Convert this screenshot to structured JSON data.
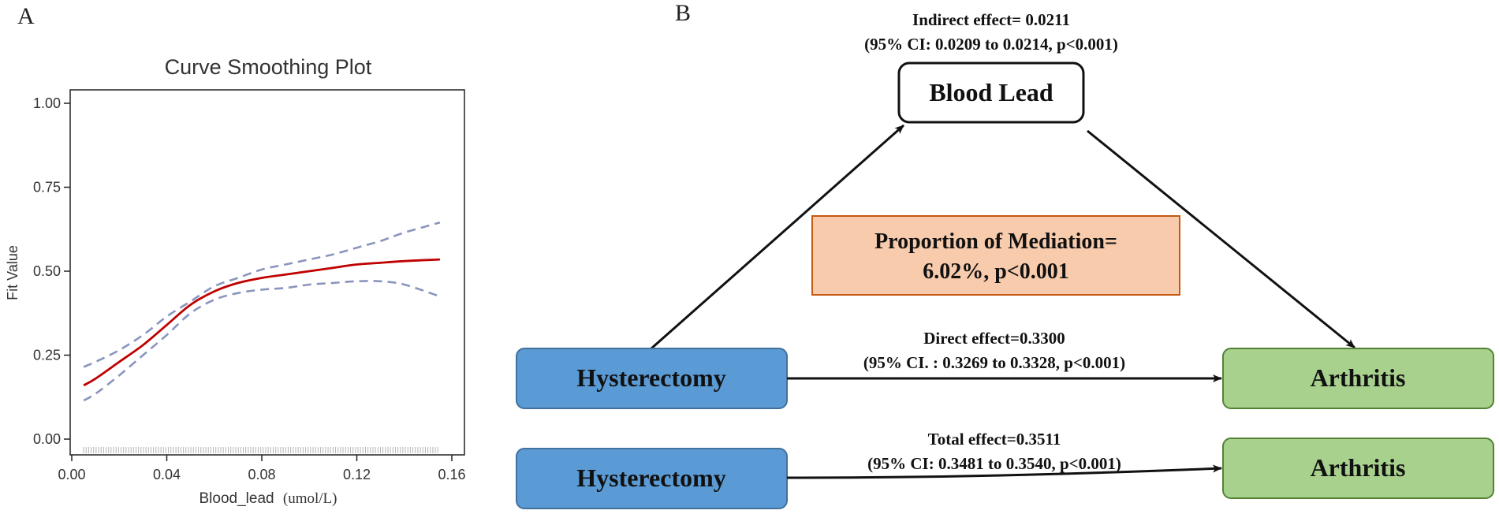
{
  "panels": {
    "a": "A",
    "b": "B"
  },
  "chart_data": {
    "type": "line",
    "title": "Curve Smoothing Plot",
    "xlabel": "Blood_lead",
    "xlabel_unit": "(umol/L)",
    "ylabel": "Fit Value",
    "xlim": [
      0.0,
      0.16
    ],
    "ylim": [
      0.0,
      1.0
    ],
    "x_ticks": [
      "0.00",
      "0.04",
      "0.08",
      "0.12",
      "0.16"
    ],
    "y_ticks": [
      "0.00",
      "0.25",
      "0.50",
      "0.75",
      "1.00"
    ],
    "grid": false,
    "x": [
      0.005,
      0.01,
      0.02,
      0.03,
      0.04,
      0.05,
      0.06,
      0.07,
      0.08,
      0.09,
      0.1,
      0.11,
      0.12,
      0.13,
      0.14,
      0.155
    ],
    "series": [
      {
        "role": "fit",
        "color": "#c00000",
        "style": "solid",
        "values": [
          0.16,
          0.18,
          0.23,
          0.28,
          0.34,
          0.4,
          0.44,
          0.465,
          0.48,
          0.49,
          0.5,
          0.51,
          0.52,
          0.525,
          0.53,
          0.535
        ]
      },
      {
        "role": "upper-ci",
        "color": "#8a95bd",
        "style": "dashed",
        "values": [
          0.215,
          0.23,
          0.265,
          0.31,
          0.365,
          0.41,
          0.455,
          0.48,
          0.505,
          0.52,
          0.535,
          0.55,
          0.57,
          0.59,
          0.615,
          0.645
        ]
      },
      {
        "role": "lower-ci",
        "color": "#8a95bd",
        "style": "dashed",
        "values": [
          0.115,
          0.135,
          0.19,
          0.25,
          0.31,
          0.375,
          0.415,
          0.435,
          0.445,
          0.45,
          0.46,
          0.465,
          0.47,
          0.47,
          0.46,
          0.425
        ]
      }
    ],
    "rug": true
  },
  "diagram": {
    "indirect_line1": "Indirect effect= 0.0211",
    "indirect_line2": "(95% CI: 0.0209 to 0.0214, p<0.001)",
    "mediator": "Blood Lead",
    "proportion_line1": "Proportion of Mediation=",
    "proportion_line2": "6.02%, p<0.001",
    "direct_line1": "Direct effect=0.3300",
    "direct_line2": "(95% CI. : 0.3269 to 0.3328, p<0.001)",
    "total_line1": "Total effect=0.3511",
    "total_line2": "(95% CI: 0.3481 to 0.3540, p<0.001)",
    "exposure_top": "Hysterectomy",
    "exposure_bottom": "Hysterectomy",
    "outcome_top": "Arthritis",
    "outcome_bottom": "Arthritis",
    "colors": {
      "exposure_fill": "#5b9bd5",
      "exposure_stroke": "#41719c",
      "outcome_fill": "#a9d18e",
      "outcome_stroke": "#548235",
      "proportion_fill": "#f8cbad",
      "proportion_stroke": "#c55a11"
    }
  }
}
